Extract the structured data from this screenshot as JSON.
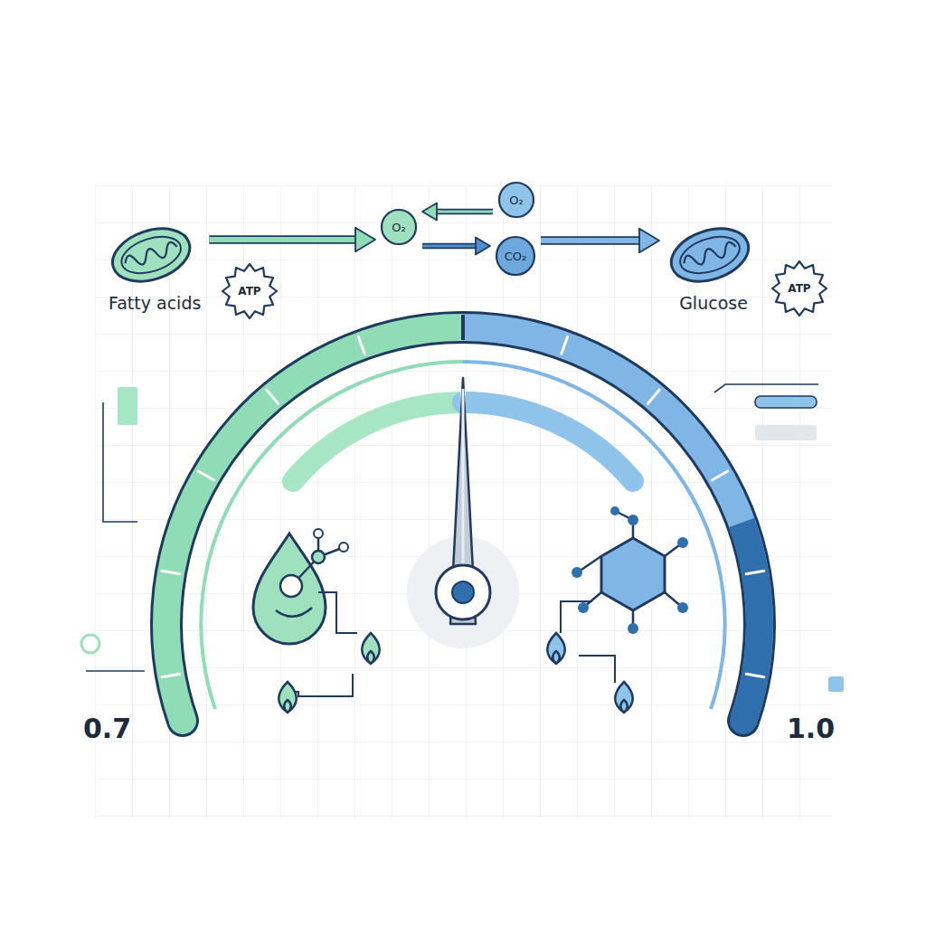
{
  "diagram": {
    "nodes": [
      {
        "text": [
          "Fatty acids"
        ]
      },
      {
        "text": [
          "ATP"
        ]
      },
      {
        "text": [
          "O₂"
        ]
      },
      {
        "text": [
          "O₂"
        ]
      },
      {
        "text": [
          "CO₂"
        ]
      },
      {
        "text": [
          "Glucose"
        ]
      },
      {
        "text": [
          "ATP"
        ]
      }
    ],
    "edges": [
      {
        "from": 0,
        "to": 2,
        "arrow": "to"
      },
      {
        "from": 3,
        "to": 2,
        "arrow": "to"
      },
      {
        "from": 2,
        "to": 4,
        "arrow": "to"
      },
      {
        "from": 4,
        "to": 5,
        "arrow": "to"
      }
    ],
    "labels": [
      "0.7",
      "1.0"
    ]
  }
}
